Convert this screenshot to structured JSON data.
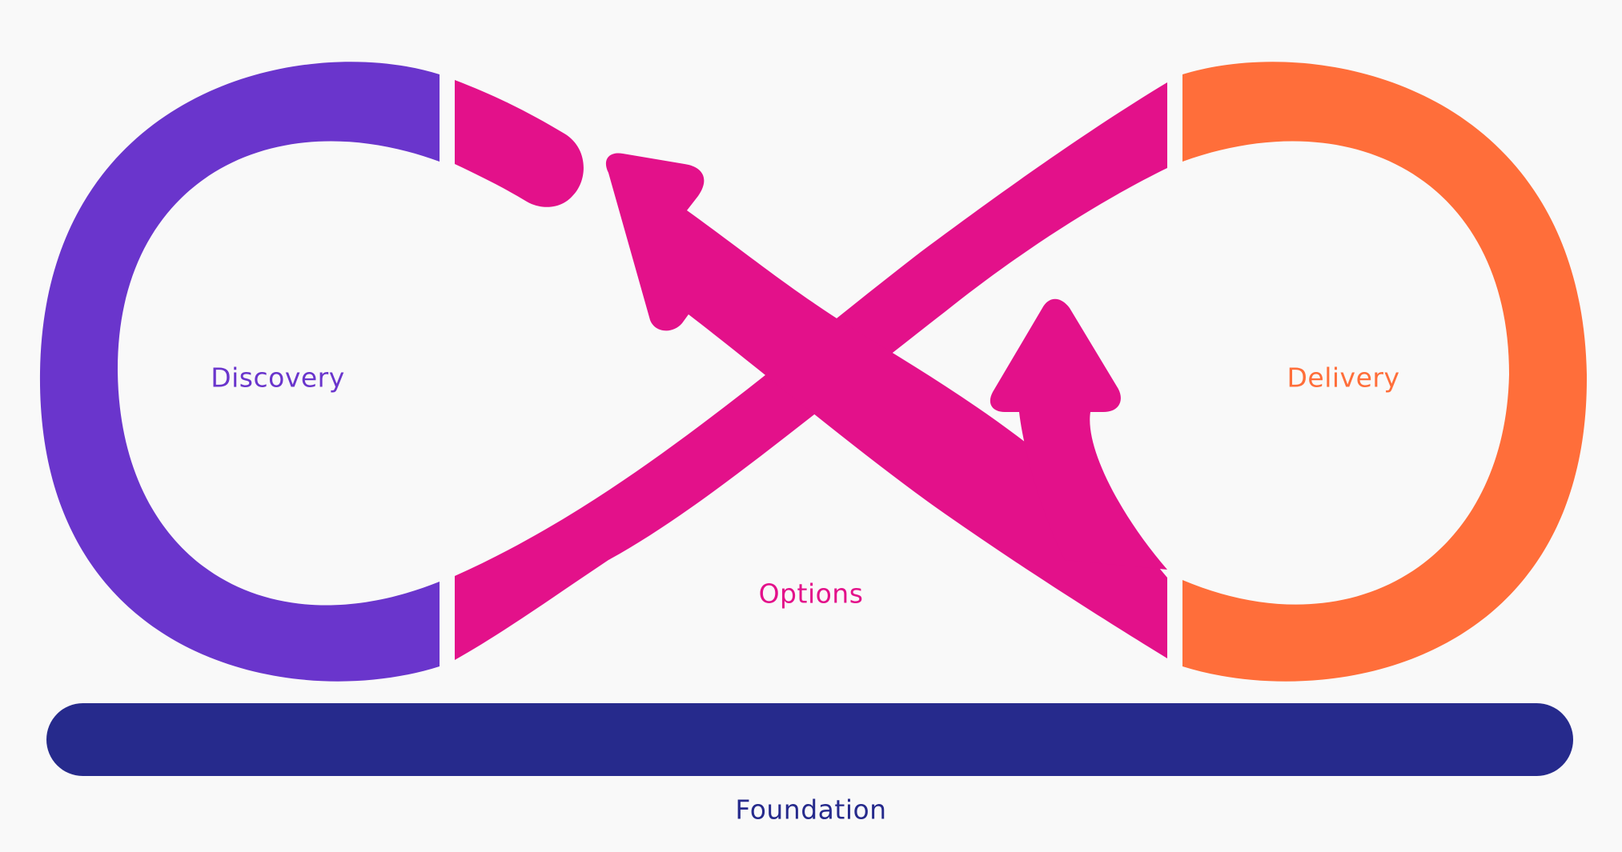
{
  "diagram": {
    "labels": {
      "discovery": "Discovery",
      "options": "Options",
      "delivery": "Delivery",
      "foundation": "Foundation"
    },
    "colors": {
      "discovery": "#6A35CC",
      "options": "#E3118A",
      "delivery": "#FF6E3A",
      "foundation": "#262A8C",
      "background": "#F9F9F9"
    }
  }
}
